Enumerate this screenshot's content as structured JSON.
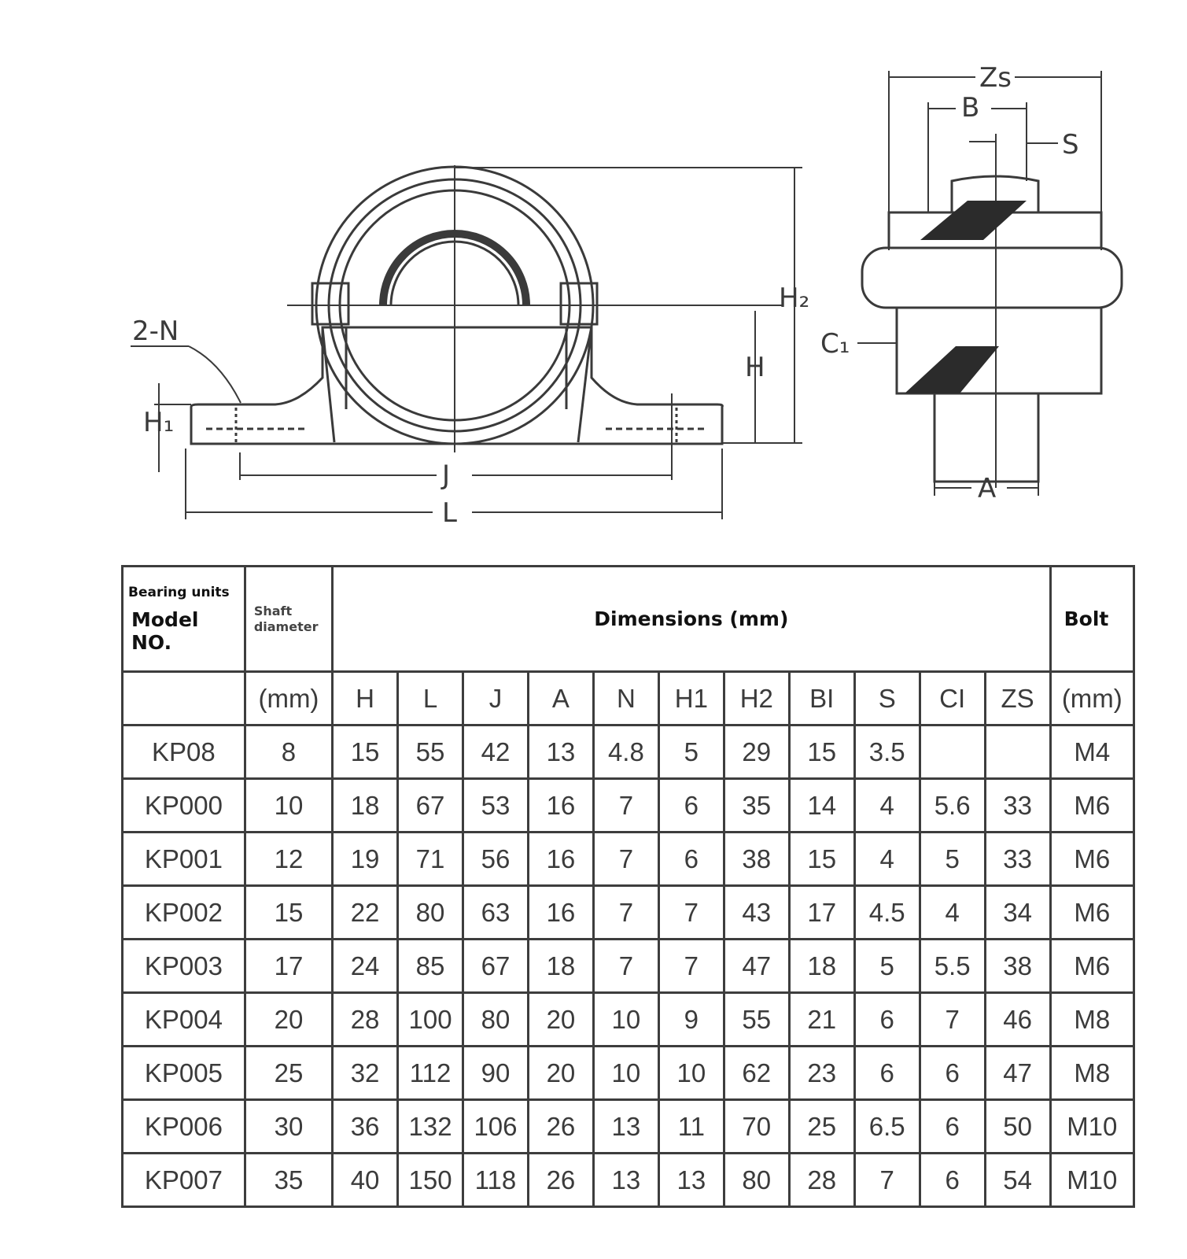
{
  "drawing": {
    "labels": {
      "n": "2-N",
      "h1": "H₁",
      "h": "H",
      "h2": "H₂",
      "j": "J",
      "l": "L",
      "zs": "Zs",
      "b": "B",
      "s": "S",
      "c1": "C₁",
      "a": "A"
    }
  },
  "table": {
    "header": {
      "model_small": "Bearing units",
      "model_large": "Model NO.",
      "shaft_line1": "Shaft",
      "shaft_line2": "diameter",
      "dimensions": "Dimensions (mm)",
      "bolt": "Bolt"
    },
    "subheader": [
      "",
      "(mm)",
      "H",
      "L",
      "J",
      "A",
      "N",
      "H1",
      "H2",
      "BI",
      "S",
      "CI",
      "ZS",
      "(mm)"
    ],
    "rows": [
      [
        "KP08",
        "8",
        "15",
        "55",
        "42",
        "13",
        "4.8",
        "5",
        "29",
        "15",
        "3.5",
        "",
        "",
        "M4"
      ],
      [
        "KP000",
        "10",
        "18",
        "67",
        "53",
        "16",
        "7",
        "6",
        "35",
        "14",
        "4",
        "5.6",
        "33",
        "M6"
      ],
      [
        "KP001",
        "12",
        "19",
        "71",
        "56",
        "16",
        "7",
        "6",
        "38",
        "15",
        "4",
        "5",
        "33",
        "M6"
      ],
      [
        "KP002",
        "15",
        "22",
        "80",
        "63",
        "16",
        "7",
        "7",
        "43",
        "17",
        "4.5",
        "4",
        "34",
        "M6"
      ],
      [
        "KP003",
        "17",
        "24",
        "85",
        "67",
        "18",
        "7",
        "7",
        "47",
        "18",
        "5",
        "5.5",
        "38",
        "M6"
      ],
      [
        "KP004",
        "20",
        "28",
        "100",
        "80",
        "20",
        "10",
        "9",
        "55",
        "21",
        "6",
        "7",
        "46",
        "M8"
      ],
      [
        "KP005",
        "25",
        "32",
        "112",
        "90",
        "20",
        "10",
        "10",
        "62",
        "23",
        "6",
        "6",
        "47",
        "M8"
      ],
      [
        "KP006",
        "30",
        "36",
        "132",
        "106",
        "26",
        "13",
        "11",
        "70",
        "25",
        "6.5",
        "6",
        "50",
        "M10"
      ],
      [
        "KP007",
        "35",
        "40",
        "150",
        "118",
        "26",
        "13",
        "13",
        "80",
        "28",
        "7",
        "6",
        "54",
        "M10"
      ]
    ]
  }
}
